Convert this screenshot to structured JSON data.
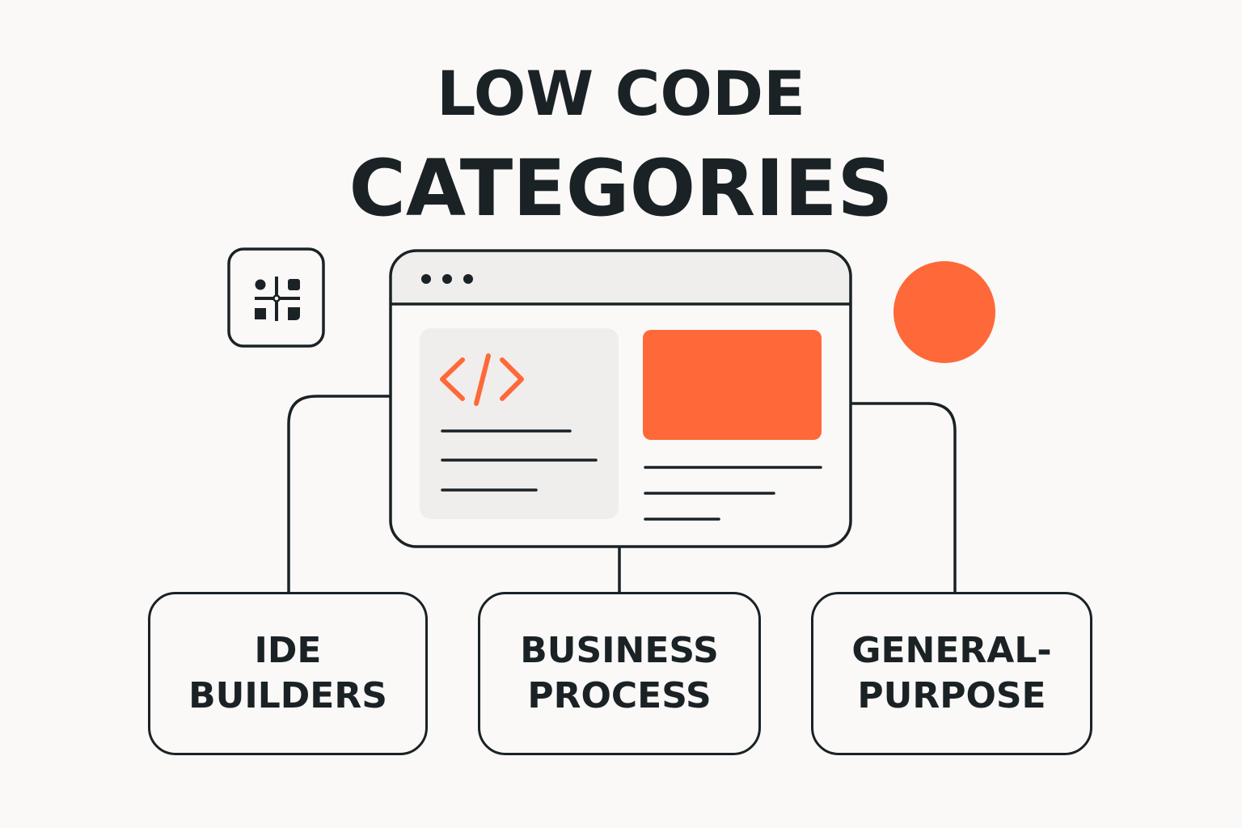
{
  "title": {
    "line1": "LOW CODE",
    "line2": "CATEGORIES"
  },
  "center_window": {
    "code_glyph": "</>"
  },
  "categories": [
    {
      "line1": "IDE",
      "line2": "BUILDERS"
    },
    {
      "line1": "BUSINESS",
      "line2": "PROCESS"
    },
    {
      "line1": "GENERAL-",
      "line2": "PURPOSE"
    }
  ],
  "icons": {
    "grid": "grid-tool-icon",
    "code": "code-icon",
    "accent_dot": "orange-circle"
  },
  "colors": {
    "background": "#FAF9F7",
    "ink": "#1B2226",
    "accent": "#FF6838",
    "panel": "#EFEEEC"
  }
}
